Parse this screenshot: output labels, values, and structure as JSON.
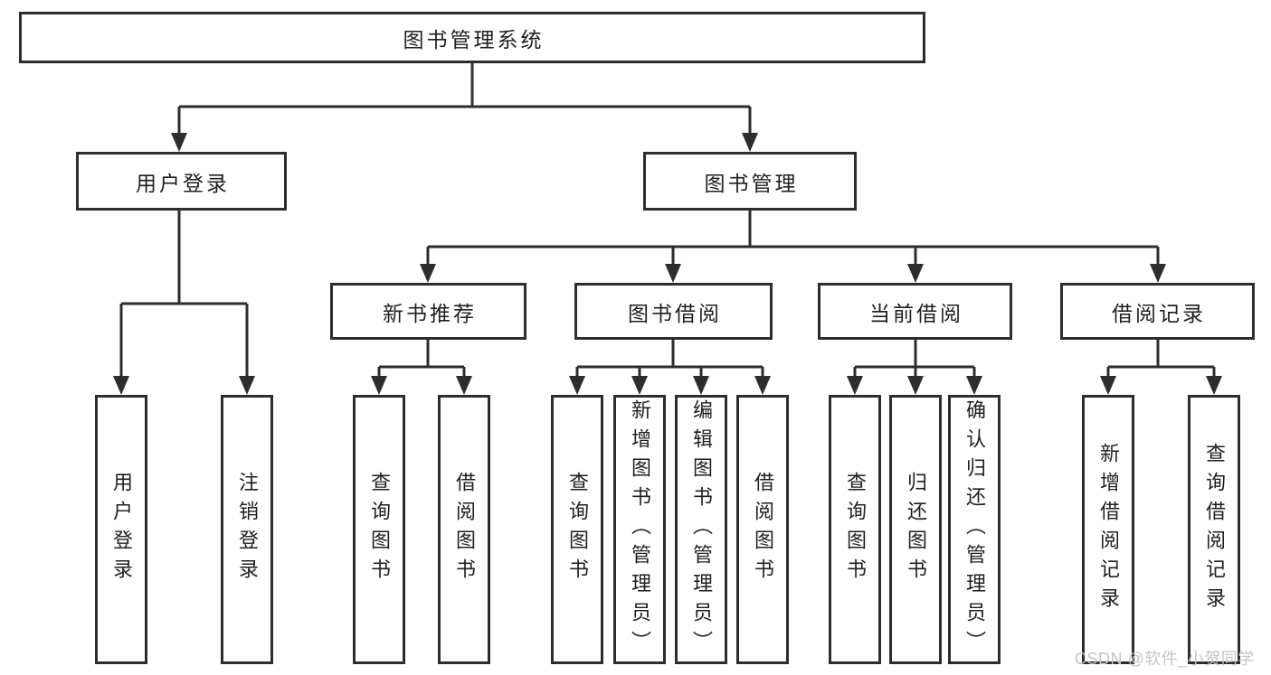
{
  "diagram": {
    "root": "图书管理系统",
    "level2": [
      {
        "label": "用户登录",
        "children": [
          {
            "label": "用户登录"
          },
          {
            "label": "注销登录"
          }
        ]
      },
      {
        "label": "图书管理",
        "children": [
          {
            "label": "新书推荐",
            "children": [
              {
                "label": "查询图书"
              },
              {
                "label": "借阅图书"
              }
            ]
          },
          {
            "label": "图书借阅",
            "children": [
              {
                "label": "查询图书"
              },
              {
                "label": "新增图书（管理员）"
              },
              {
                "label": "编辑图书（管理员）"
              },
              {
                "label": "借阅图书"
              }
            ]
          },
          {
            "label": "当前借阅",
            "children": [
              {
                "label": "查询图书"
              },
              {
                "label": "归还图书"
              },
              {
                "label": "确认归还（管理员）"
              }
            ]
          },
          {
            "label": "借阅记录",
            "children": [
              {
                "label": "新增借阅记录"
              },
              {
                "label": "查询借阅记录"
              }
            ]
          }
        ]
      }
    ]
  },
  "watermark": {
    "text": "CSDN @软件_小贺同学"
  },
  "colors": {
    "line": "#2d2d2d",
    "box_border": "#2d2d2d",
    "box_fill": "#ffffff",
    "text": "#1f1f1f",
    "watermark": "#c5c5c5"
  }
}
